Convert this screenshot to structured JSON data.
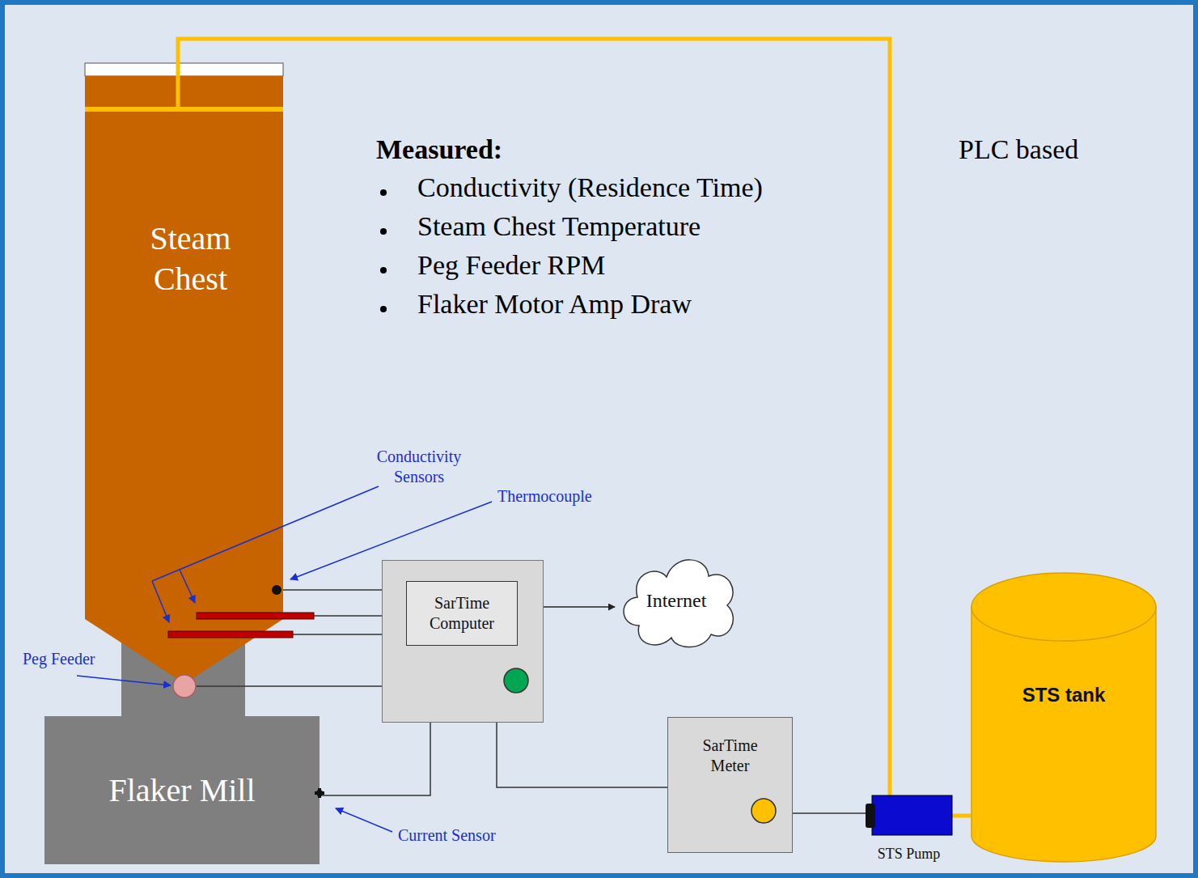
{
  "diagram": {
    "nodes": [
      {
        "text": [
          "Steam Chest"
        ]
      },
      {
        "text": [
          "Flaker Mill"
        ]
      },
      {
        "text": [
          "SarTime Computer"
        ]
      },
      {
        "text": [
          "Internet"
        ]
      },
      {
        "text": [
          "SarTime Meter"
        ]
      },
      {
        "text": [
          "STS Pump"
        ]
      },
      {
        "text": [
          "STS tank"
        ]
      }
    ],
    "edges": [
      {
        "from": 2,
        "to": 3,
        "arrow": "to"
      },
      {
        "from": 2,
        "to": 1,
        "arrow": "none"
      },
      {
        "from": 2,
        "to": 4,
        "arrow": "none"
      },
      {
        "from": 4,
        "to": 5,
        "arrow": "none"
      },
      {
        "from": 5,
        "to": 6,
        "arrow": "none"
      },
      {
        "from": 5,
        "to": 0,
        "arrow": "none"
      }
    ],
    "labels": [
      "Measured:",
      "Conductivity (Residence Time)",
      "Steam Chest Temperature",
      "Peg Feeder RPM",
      "Flaker Motor Amp Draw",
      "PLC based",
      "Conductivity Sensors",
      "Thermocouple",
      "Peg Feeder",
      "Current Sensor"
    ]
  }
}
